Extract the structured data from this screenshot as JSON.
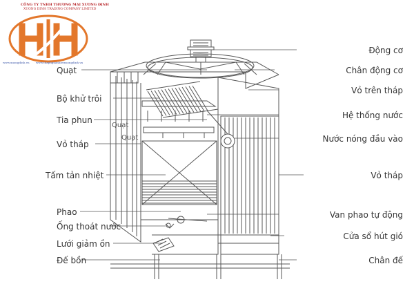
{
  "logo": {
    "company_vi": "CÔNG TY TNHH THƯƠNG MẠI XƯƠNG ĐỊNH",
    "company_en": "XUONG DINH TRADING COMPANY LIMITED",
    "website_1": "www.xuongdinh.vn",
    "website_2": "www.thaphgiainhietxuongdinh.vn",
    "mark_color": "#e3772b",
    "accent_color": "#b8262a"
  },
  "labels_left": [
    "Quạt",
    "Bộ khử trôi",
    "Tia phun",
    "Vỏ tháp",
    "Tấm tản nhiệt",
    "Phao",
    "Ống thoát nước",
    "Lưới giảm ồn",
    "Đế bồn"
  ],
  "labels_right": [
    "Động cơ",
    "Chân động cơ",
    "Vỏ trên tháp",
    "Hệ thống nước",
    "Nước nóng đầu vào",
    "Vỏ tháp",
    "Van phao tự động",
    "Cửa sổ hút gió",
    "Chân đế"
  ],
  "inner_labels": [
    "Quạt",
    "Quạt"
  ],
  "line_color": "#555555"
}
